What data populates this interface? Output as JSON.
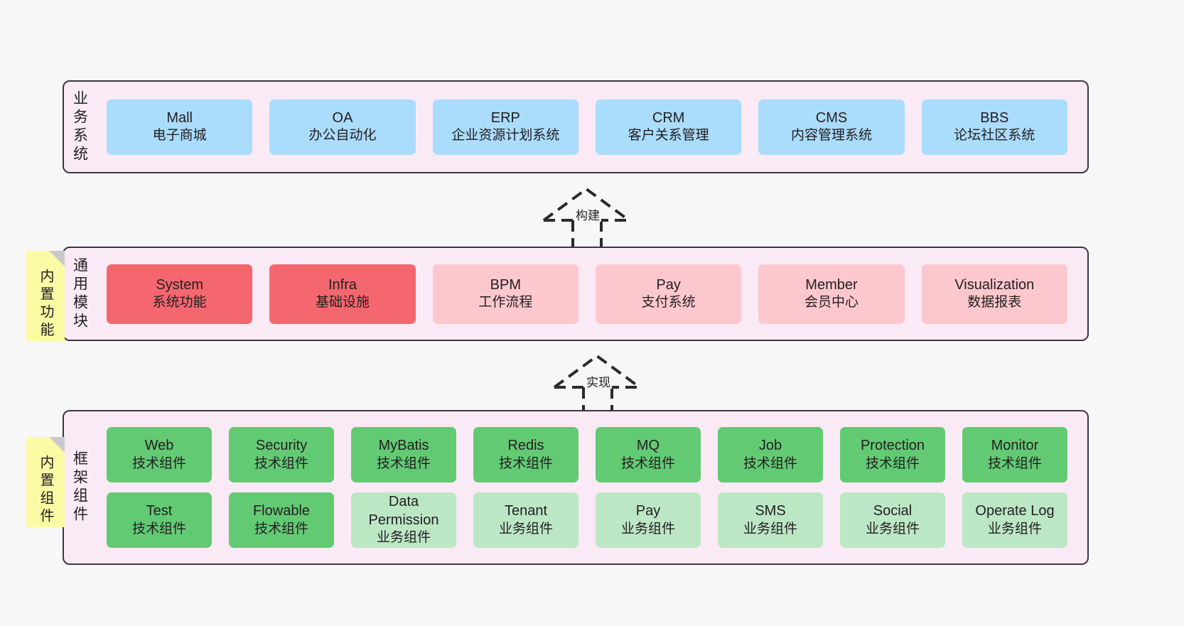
{
  "layers": [
    {
      "id": "business-systems",
      "title": "业务系统",
      "nodes": [
        {
          "title": "Mall",
          "sub": "电子商城",
          "color": "#aadcfb"
        },
        {
          "title": "OA",
          "sub": "办公自动化",
          "color": "#aadcfb"
        },
        {
          "title": "ERP",
          "sub": "企业资源计划系统",
          "color": "#aadcfb"
        },
        {
          "title": "CRM",
          "sub": "客户关系管理",
          "color": "#aadcfb"
        },
        {
          "title": "CMS",
          "sub": "内容管理系统",
          "color": "#aadcfb"
        },
        {
          "title": "BBS",
          "sub": "论坛社区系统",
          "color": "#aadcfb"
        }
      ]
    },
    {
      "id": "common-modules",
      "title": "通用模块",
      "sticky": "内置功能",
      "nodes": [
        {
          "title": "System",
          "sub": "系统功能",
          "color": "#f4676f"
        },
        {
          "title": "Infra",
          "sub": "基础设施",
          "color": "#f4676f"
        },
        {
          "title": "BPM",
          "sub": "工作流程",
          "color": "#fcc8ce"
        },
        {
          "title": "Pay",
          "sub": "支付系统",
          "color": "#fcc8ce"
        },
        {
          "title": "Member",
          "sub": "会员中心",
          "color": "#fcc8ce"
        },
        {
          "title": "Visualization",
          "sub": "数据报表",
          "color": "#fcc8ce"
        }
      ]
    },
    {
      "id": "framework-components",
      "title": "框架组件",
      "sticky": "内置组件",
      "rows": [
        [
          {
            "title": "Web",
            "sub": "技术组件",
            "color": "#63ca74"
          },
          {
            "title": "Security",
            "sub": "技术组件",
            "color": "#63ca74"
          },
          {
            "title": "MyBatis",
            "sub": "技术组件",
            "color": "#63ca74"
          },
          {
            "title": "Redis",
            "sub": "技术组件",
            "color": "#63ca74"
          },
          {
            "title": "MQ",
            "sub": "技术组件",
            "color": "#63ca74"
          },
          {
            "title": "Job",
            "sub": "技术组件",
            "color": "#63ca74"
          },
          {
            "title": "Protection",
            "sub": "技术组件",
            "color": "#63ca74"
          },
          {
            "title": "Monitor",
            "sub": "技术组件",
            "color": "#63ca74"
          }
        ],
        [
          {
            "title": "Test",
            "sub": "技术组件",
            "color": "#63ca74"
          },
          {
            "title": "Flowable",
            "sub": "技术组件",
            "color": "#63ca74"
          },
          {
            "title": "Data Permission",
            "sub": "业务组件",
            "color": "#bce7c4"
          },
          {
            "title": "Tenant",
            "sub": "业务组件",
            "color": "#bce7c4"
          },
          {
            "title": "Pay",
            "sub": "业务组件",
            "color": "#bce7c4"
          },
          {
            "title": "SMS",
            "sub": "业务组件",
            "color": "#bce7c4"
          },
          {
            "title": "Social",
            "sub": "业务组件",
            "color": "#bce7c4"
          },
          {
            "title": "Operate Log",
            "sub": "业务组件",
            "color": "#bce7c4"
          }
        ]
      ]
    }
  ],
  "connectors": [
    {
      "id": "build",
      "label": "构建"
    },
    {
      "id": "implement",
      "label": "实现"
    }
  ],
  "colors": {
    "band_background": "#faeaf5",
    "band_border": "#3c3744",
    "canvas": "#f7f7f7",
    "sticky": "#fcfba5",
    "sticky_fold": "#c9c9c9",
    "business_node": "#aadcfb",
    "module_primary": "#f4676f",
    "module_secondary": "#fcc8ce",
    "tech_component": "#63ca74",
    "business_component": "#bce7c4",
    "text": "#232022"
  }
}
